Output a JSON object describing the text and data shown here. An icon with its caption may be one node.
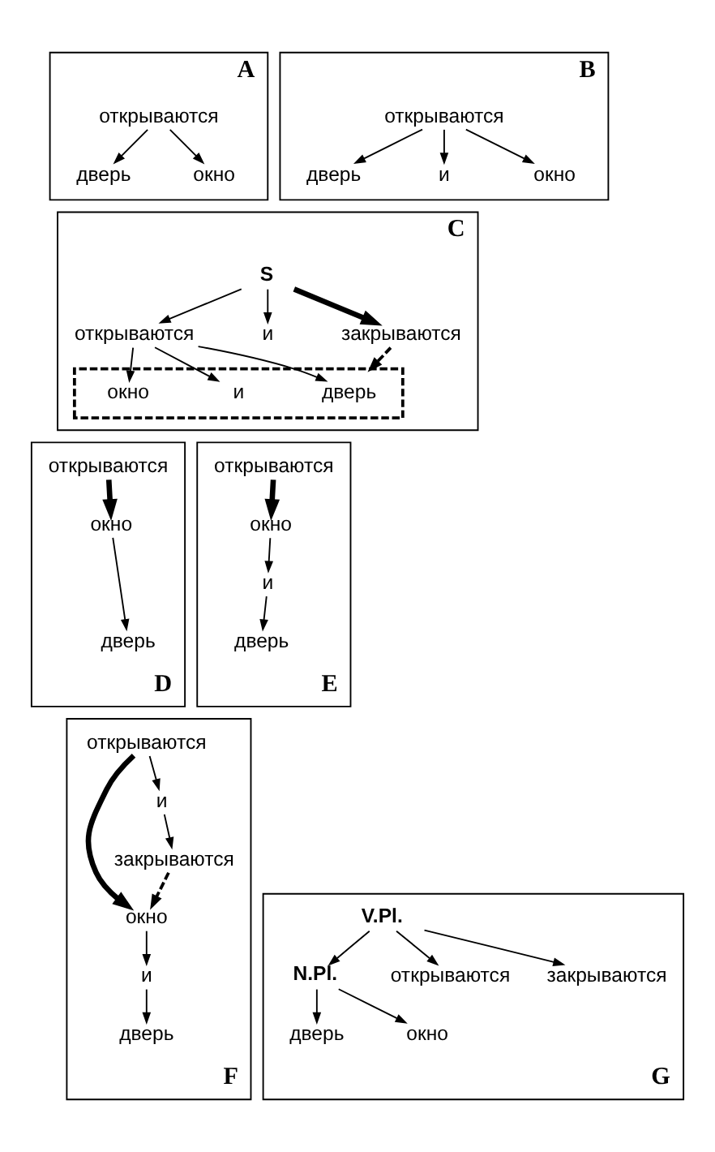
{
  "diagram": {
    "nodes": [
      {
        "text": [
          "A"
        ]
      },
      {
        "text": [
          "открываются"
        ],
        "in": 0
      },
      {
        "text": [
          "дверь"
        ],
        "in": 0
      },
      {
        "text": [
          "окно"
        ],
        "in": 0
      },
      {
        "text": [
          "B"
        ]
      },
      {
        "text": [
          "открываются"
        ],
        "in": 4
      },
      {
        "text": [
          "дверь"
        ],
        "in": 4
      },
      {
        "text": [
          "и"
        ],
        "in": 4
      },
      {
        "text": [
          "окно"
        ],
        "in": 4
      },
      {
        "text": [
          "C"
        ]
      },
      {
        "text": [
          "S"
        ],
        "in": 9
      },
      {
        "text": [
          "открываются"
        ],
        "in": 9
      },
      {
        "text": [
          "и"
        ],
        "in": 9
      },
      {
        "text": [
          "закрываются"
        ],
        "in": 9
      },
      {
        "text": [],
        "shape": "box",
        "in": 9
      },
      {
        "text": [
          "дверь"
        ],
        "in": 14
      },
      {
        "text": [
          "и"
        ],
        "in": 14
      },
      {
        "text": [
          "окно"
        ],
        "in": 14
      },
      {
        "text": [
          "D"
        ]
      },
      {
        "text": [
          "открываются"
        ],
        "in": 18
      },
      {
        "text": [
          "окно"
        ],
        "in": 18
      },
      {
        "text": [
          "дверь"
        ],
        "in": 18
      },
      {
        "text": [
          "E"
        ]
      },
      {
        "text": [
          "открываются"
        ],
        "in": 22
      },
      {
        "text": [
          "окно"
        ],
        "in": 22
      },
      {
        "text": [
          "и"
        ],
        "in": 22
      },
      {
        "text": [
          "дверь"
        ],
        "in": 22
      },
      {
        "text": [
          "F"
        ]
      },
      {
        "text": [
          "открываются"
        ],
        "in": 27
      },
      {
        "text": [
          "окно"
        ],
        "in": 27
      },
      {
        "text": [
          "и"
        ],
        "in": 27
      },
      {
        "text": [
          "дверь"
        ],
        "in": 27
      },
      {
        "text": [
          "и"
        ],
        "in": 27
      },
      {
        "text": [
          "закрываются"
        ],
        "in": 27
      },
      {
        "text": [
          "G"
        ]
      },
      {
        "text": [
          "V.Pl."
        ],
        "in": 34
      },
      {
        "text": [
          "N.Pl."
        ],
        "in": 34
      },
      {
        "text": [
          "открываются"
        ],
        "in": 34
      },
      {
        "text": [
          "закрываются"
        ],
        "in": 34
      },
      {
        "text": [
          "дверь"
        ],
        "in": 34
      },
      {
        "text": [
          "окно"
        ],
        "in": 34
      }
    ],
    "edges": [
      {
        "from": 1,
        "to": 2,
        "arrow": "to"
      },
      {
        "from": 1,
        "to": 3,
        "arrow": "to"
      },
      {
        "from": 5,
        "to": 6,
        "arrow": "to"
      },
      {
        "from": 5,
        "to": 7,
        "arrow": "to"
      },
      {
        "from": 5,
        "to": 8,
        "arrow": "to"
      },
      {
        "from": 10,
        "to": 11,
        "arrow": "to"
      },
      {
        "from": 10,
        "to": 12,
        "arrow": "to"
      },
      {
        "from": 10,
        "to": 13,
        "arrow": "to",
        "style": "thick"
      },
      {
        "from": 11,
        "to": 15,
        "arrow": "to"
      },
      {
        "from": 11,
        "to": 16,
        "arrow": "to"
      },
      {
        "from": 11,
        "to": 17,
        "arrow": "to"
      },
      {
        "from": 13,
        "to": 14,
        "arrow": "to",
        "style": "dashed"
      },
      {
        "from": 19,
        "to": 20,
        "arrow": "to",
        "style": "thick"
      },
      {
        "from": 20,
        "to": 21,
        "arrow": "to"
      },
      {
        "from": 23,
        "to": 24,
        "arrow": "to",
        "style": "thick"
      },
      {
        "from": 24,
        "to": 25,
        "arrow": "to"
      },
      {
        "from": 25,
        "to": 26,
        "arrow": "to"
      },
      {
        "from": 28,
        "to": 29,
        "arrow": "to",
        "style": "thick"
      },
      {
        "from": 28,
        "to": 32,
        "arrow": "to"
      },
      {
        "from": 32,
        "to": 33,
        "arrow": "to"
      },
      {
        "from": 33,
        "to": 29,
        "arrow": "to",
        "style": "dashed"
      },
      {
        "from": 29,
        "to": 30,
        "arrow": "to"
      },
      {
        "from": 30,
        "to": 31,
        "arrow": "to"
      },
      {
        "from": 35,
        "to": 36,
        "arrow": "to"
      },
      {
        "from": 35,
        "to": 37,
        "arrow": "to"
      },
      {
        "from": 35,
        "to": 38,
        "arrow": "to"
      },
      {
        "from": 36,
        "to": 39,
        "arrow": "to"
      },
      {
        "from": 36,
        "to": 40,
        "arrow": "to"
      }
    ]
  }
}
